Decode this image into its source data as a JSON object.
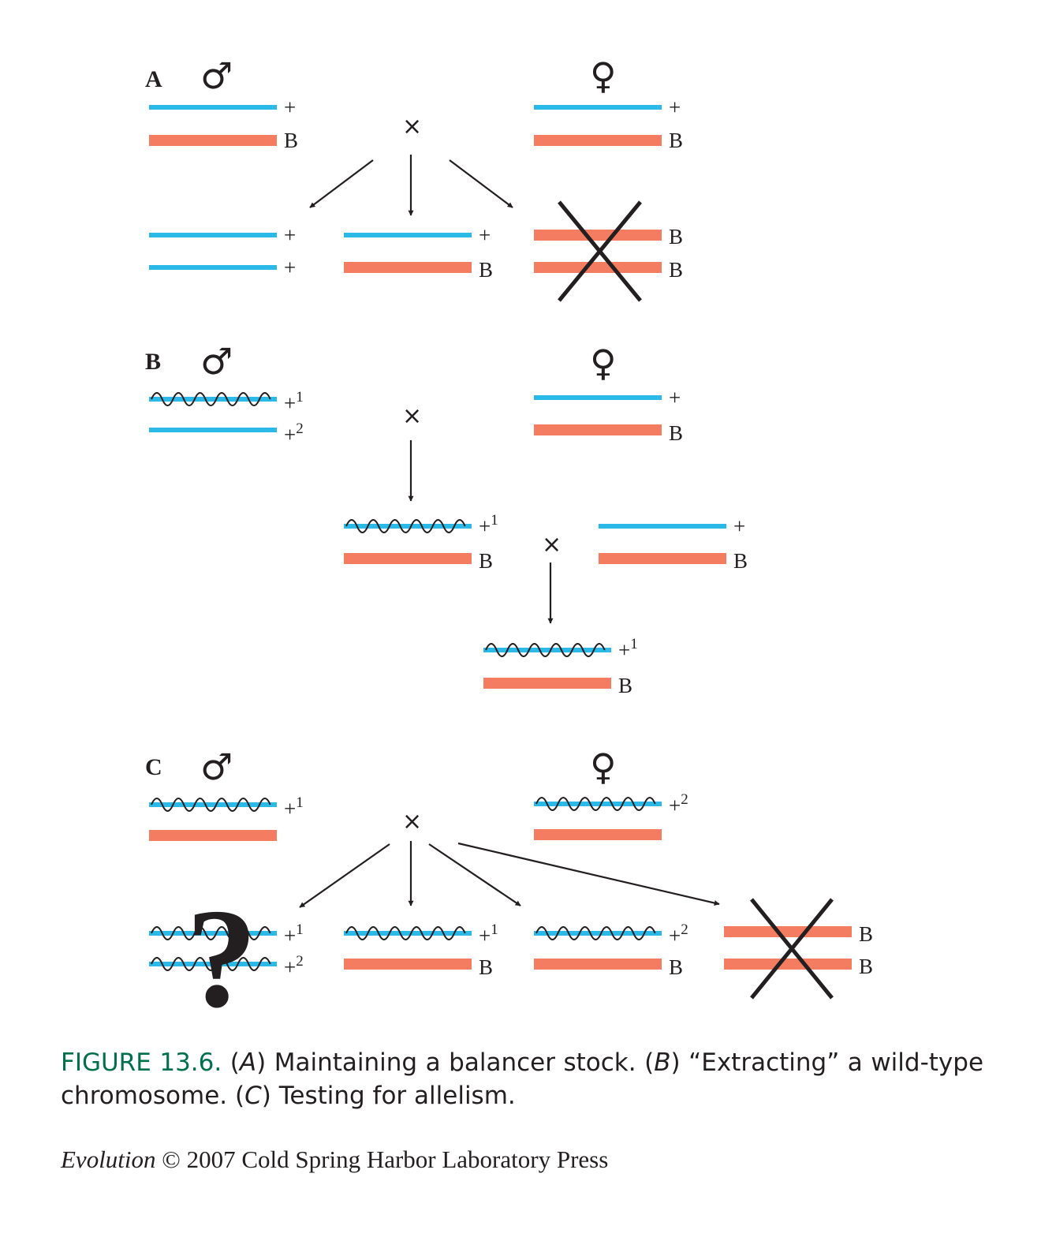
{
  "colors": {
    "wild_type": "#2bbae8",
    "balancer": "#f47d61",
    "ink": "#231f20",
    "caption_label": "#00704a"
  },
  "glyphs": {
    "plus": "+",
    "balancer_allele": "B",
    "sup1": "1",
    "sup2": "2",
    "male": "♂",
    "female": "♀",
    "cross": "×",
    "question": "?"
  },
  "panels": {
    "a": "A",
    "b": "B",
    "c": "C"
  },
  "caption": {
    "label": "FIGURE 13.6.",
    "a_letter": "A",
    "a_text": " Maintaining a balancer stock.",
    "b_letter": "B",
    "b_text": " “Extracting” a wild-type",
    "b_text2": "chromosome.",
    "c_letter": "C",
    "c_text": " Testing for allelism."
  },
  "credit": {
    "title": "Evolution",
    "rest": " © 2007 Cold Spring Harbor Laboratory Press"
  }
}
